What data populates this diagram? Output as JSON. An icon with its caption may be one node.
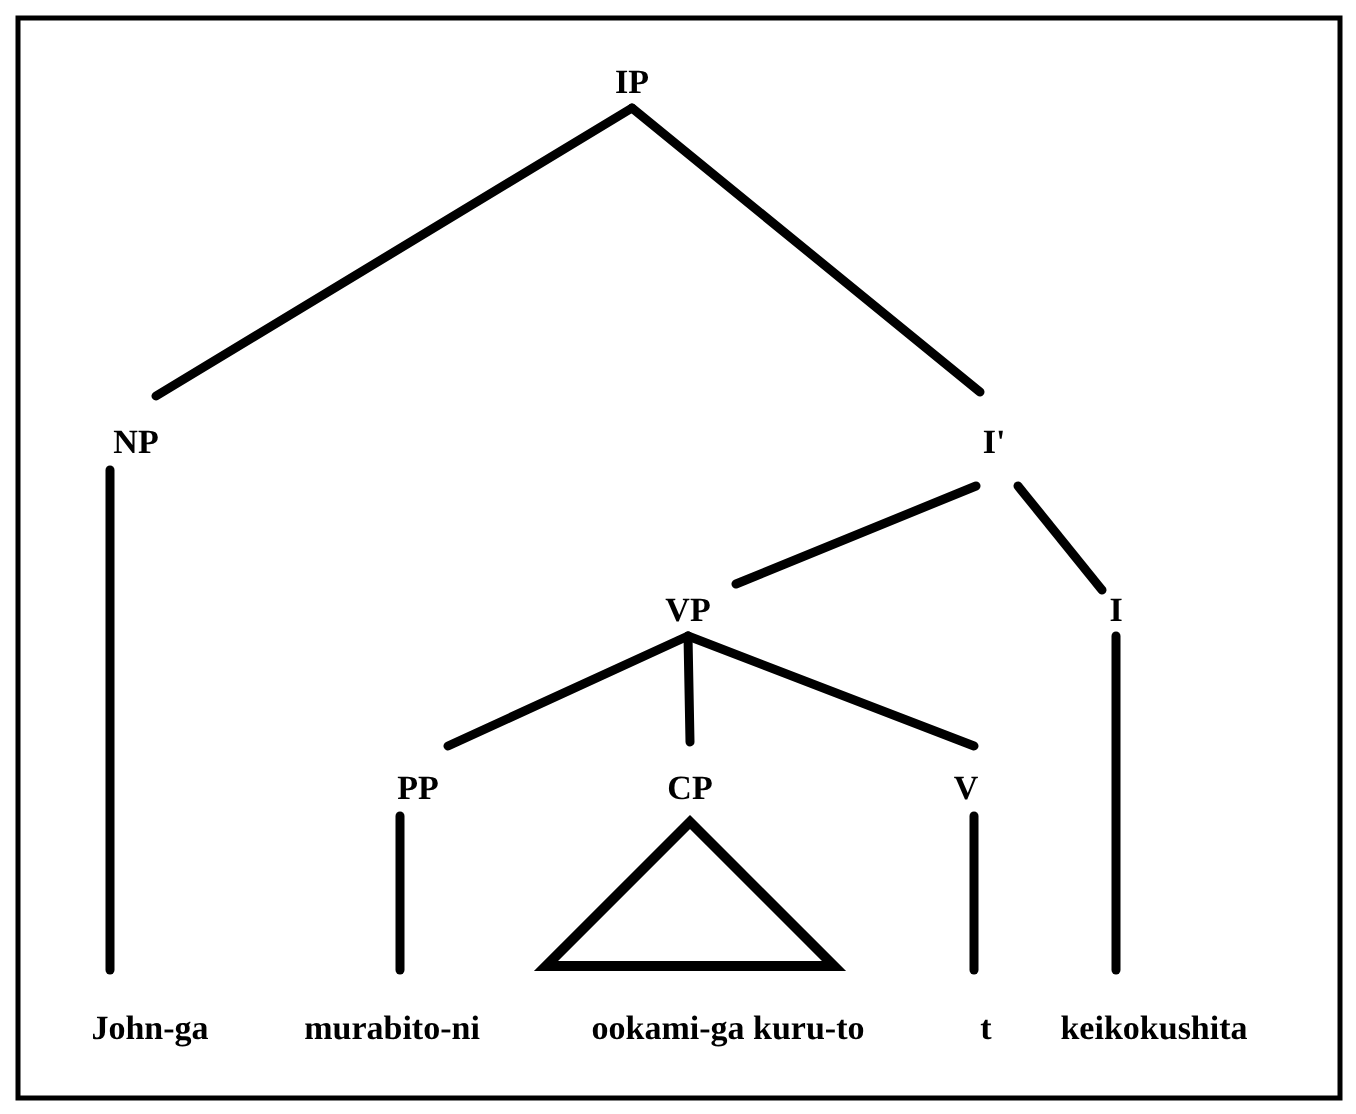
{
  "diagram": {
    "nodes": [
      {
        "text": [
          "IP"
        ]
      },
      {
        "text": [
          "NP"
        ]
      },
      {
        "text": [
          "I'"
        ]
      },
      {
        "text": [
          "VP"
        ]
      },
      {
        "text": [
          "I"
        ]
      },
      {
        "text": [
          "PP"
        ]
      },
      {
        "text": [
          "CP"
        ]
      },
      {
        "text": [
          "V"
        ]
      },
      {
        "text": [
          "John-ga"
        ]
      },
      {
        "text": [
          "murabito-ni"
        ]
      },
      {
        "text": [
          "ookami-ga kuru-to"
        ]
      },
      {
        "text": [
          "t"
        ]
      },
      {
        "text": [
          "keikokushita"
        ]
      }
    ],
    "edges": [
      {
        "from": 0,
        "to": 1,
        "arrow": "none"
      },
      {
        "from": 0,
        "to": 2,
        "arrow": "none"
      },
      {
        "from": 1,
        "to": 8,
        "arrow": "none"
      },
      {
        "from": 2,
        "to": 3,
        "arrow": "none"
      },
      {
        "from": 2,
        "to": 4,
        "arrow": "none"
      },
      {
        "from": 3,
        "to": 5,
        "arrow": "none"
      },
      {
        "from": 3,
        "to": 6,
        "arrow": "none"
      },
      {
        "from": 3,
        "to": 7,
        "arrow": "none"
      },
      {
        "from": 4,
        "to": 12,
        "arrow": "none"
      },
      {
        "from": 5,
        "to": 9,
        "arrow": "none"
      },
      {
        "from": 6,
        "to": 10,
        "arrow": "none"
      },
      {
        "from": 7,
        "to": 11,
        "arrow": "none"
      }
    ]
  }
}
